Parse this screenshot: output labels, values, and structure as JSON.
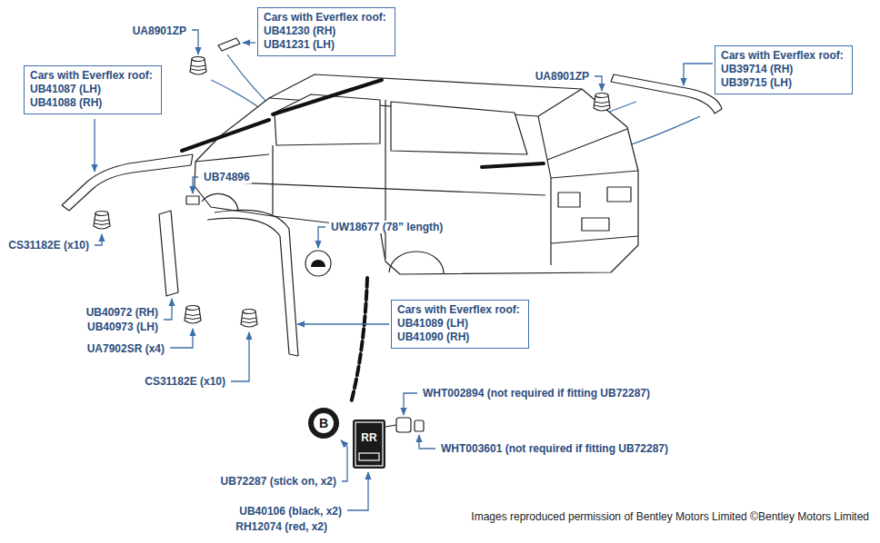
{
  "diagram": {
    "nodes": [
      {
        "text": [
          "Cars with Everflex roof:",
          "UB41230 (RH)",
          "UB41231 (LH)"
        ]
      },
      {
        "text": [
          "Cars with Everflex roof:",
          "UB39714 (RH)",
          "UB39715 (LH)"
        ]
      },
      {
        "text": [
          "Cars with Everflex roof:",
          "UB41087 (LH)",
          "UB41088 (RH)"
        ]
      },
      {
        "text": [
          "Cars with Everflex roof:",
          "UB41089 (LH)",
          "UB41090 (RH)"
        ]
      }
    ],
    "labels": [
      "UA8901ZP",
      "UA8901ZP",
      "UB74896",
      "CS31182E (x10)",
      "UW18677 (78” length)",
      "UB40972 (RH)",
      "UB40973 (LH)",
      "UA7902SR (x4)",
      "CS31182E (x10)",
      "WHT002894 (not required if fitting UB72287)",
      "WHT003601 (not required if fitting UB72287)",
      "UB72287 (stick on, x2)",
      "UB40106 (black, x2)",
      "RH12074 (red, x2)",
      "Images reproduced permission of Bentley Motors Limited ©Bentley Motors Limited",
      "B",
      "RR"
    ]
  }
}
